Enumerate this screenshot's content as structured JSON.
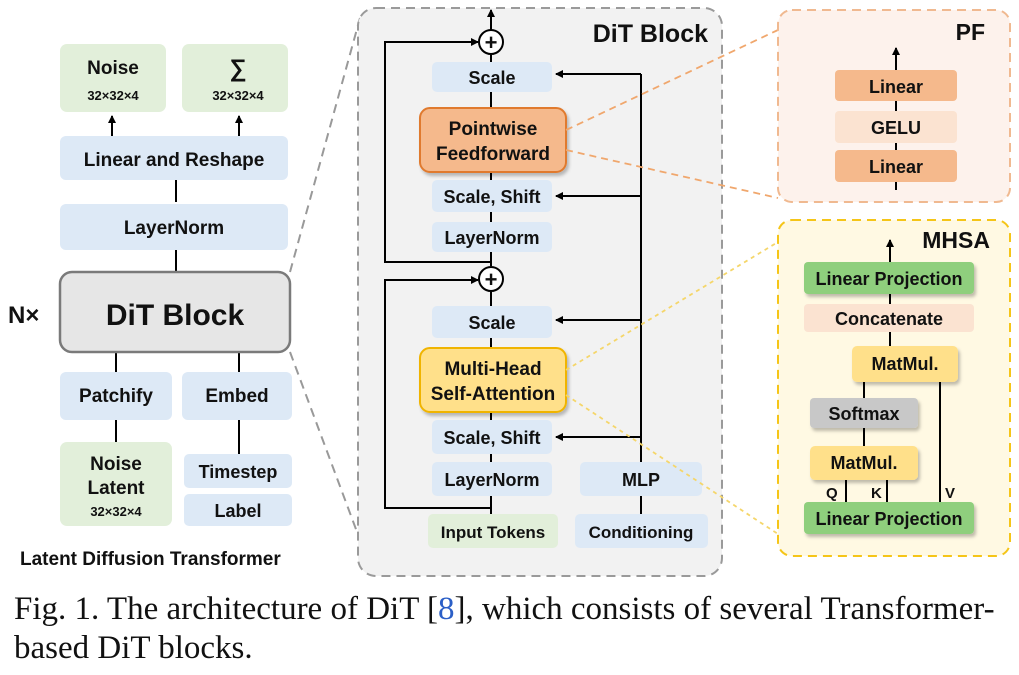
{
  "left": {
    "noise_out": "Noise",
    "noise_out_dim": "32×32×4",
    "sigma": "∑",
    "sigma_dim": "32×32×4",
    "linear_reshape": "Linear and Reshape",
    "layernorm": "LayerNorm",
    "n_times": "N×",
    "dit_block": "DiT Block",
    "patchify": "Patchify",
    "embed": "Embed",
    "noise_latent_1": "Noise",
    "noise_latent_2": "Latent",
    "noise_latent_dim": "32×32×4",
    "timestep": "Timestep",
    "label": "Label",
    "title": "Latent Diffusion Transformer"
  },
  "middle": {
    "title": "DiT Block",
    "scale_top": "Scale",
    "pointwise_1": "Pointwise",
    "pointwise_2": "Feedforward",
    "scale_shift_top": "Scale, Shift",
    "layernorm_top": "LayerNorm",
    "scale_mid": "Scale",
    "mhsa_1": "Multi-Head",
    "mhsa_2": "Self-Attention",
    "scale_shift_bottom": "Scale, Shift",
    "layernorm_bottom": "LayerNorm",
    "mlp": "MLP",
    "input_tokens": "Input Tokens",
    "conditioning": "Conditioning",
    "plus": "+"
  },
  "pf": {
    "title": "PF",
    "linear_top": "Linear",
    "gelu": "GELU",
    "linear_bottom": "Linear"
  },
  "mhsa": {
    "title": "MHSA",
    "linear_projection_top": "Linear Projection",
    "concatenate": "Concatenate",
    "matmul_top": "MatMul.",
    "softmax": "Softmax",
    "matmul_bottom": "MatMul.",
    "q": "Q",
    "k": "K",
    "v": "V",
    "linear_projection_bottom": "Linear Projection"
  },
  "caption": {
    "prefix": "Fig. 1.   The architecture of DiT [",
    "ref": "8",
    "suffix": "], which consists of several Transformer-based DiT blocks."
  },
  "colors": {
    "green": "#e2efda",
    "blue": "#dde9f6",
    "orange": "#f5b98c",
    "orange_light": "#fbe3d1",
    "yellow": "#ffe08a",
    "gray": "#c8c8c8",
    "dark_green": "#8fcf7d"
  }
}
